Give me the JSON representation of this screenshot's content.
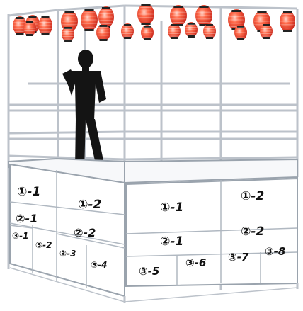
{
  "booth": {
    "left_panel": {
      "labels": [
        "①-1",
        "①-2",
        "②-1",
        "②-2",
        "③-1",
        "③-2",
        "③-3",
        "③-4"
      ]
    },
    "front_panel": {
      "labels": [
        "①-1",
        "①-2",
        "②-1",
        "②-2",
        "③-5",
        "③-6",
        "③-7",
        "③-8"
      ]
    }
  },
  "colors": {
    "lantern": "#e8402a",
    "lantern_band": "#222222",
    "frame": "#c8ccd4",
    "silhouette": "#141414",
    "panel_face": "#ffffff",
    "panel_line": "#9aa3ad"
  },
  "decor": {
    "lantern_count": 22,
    "figure": "person-silhouette"
  }
}
